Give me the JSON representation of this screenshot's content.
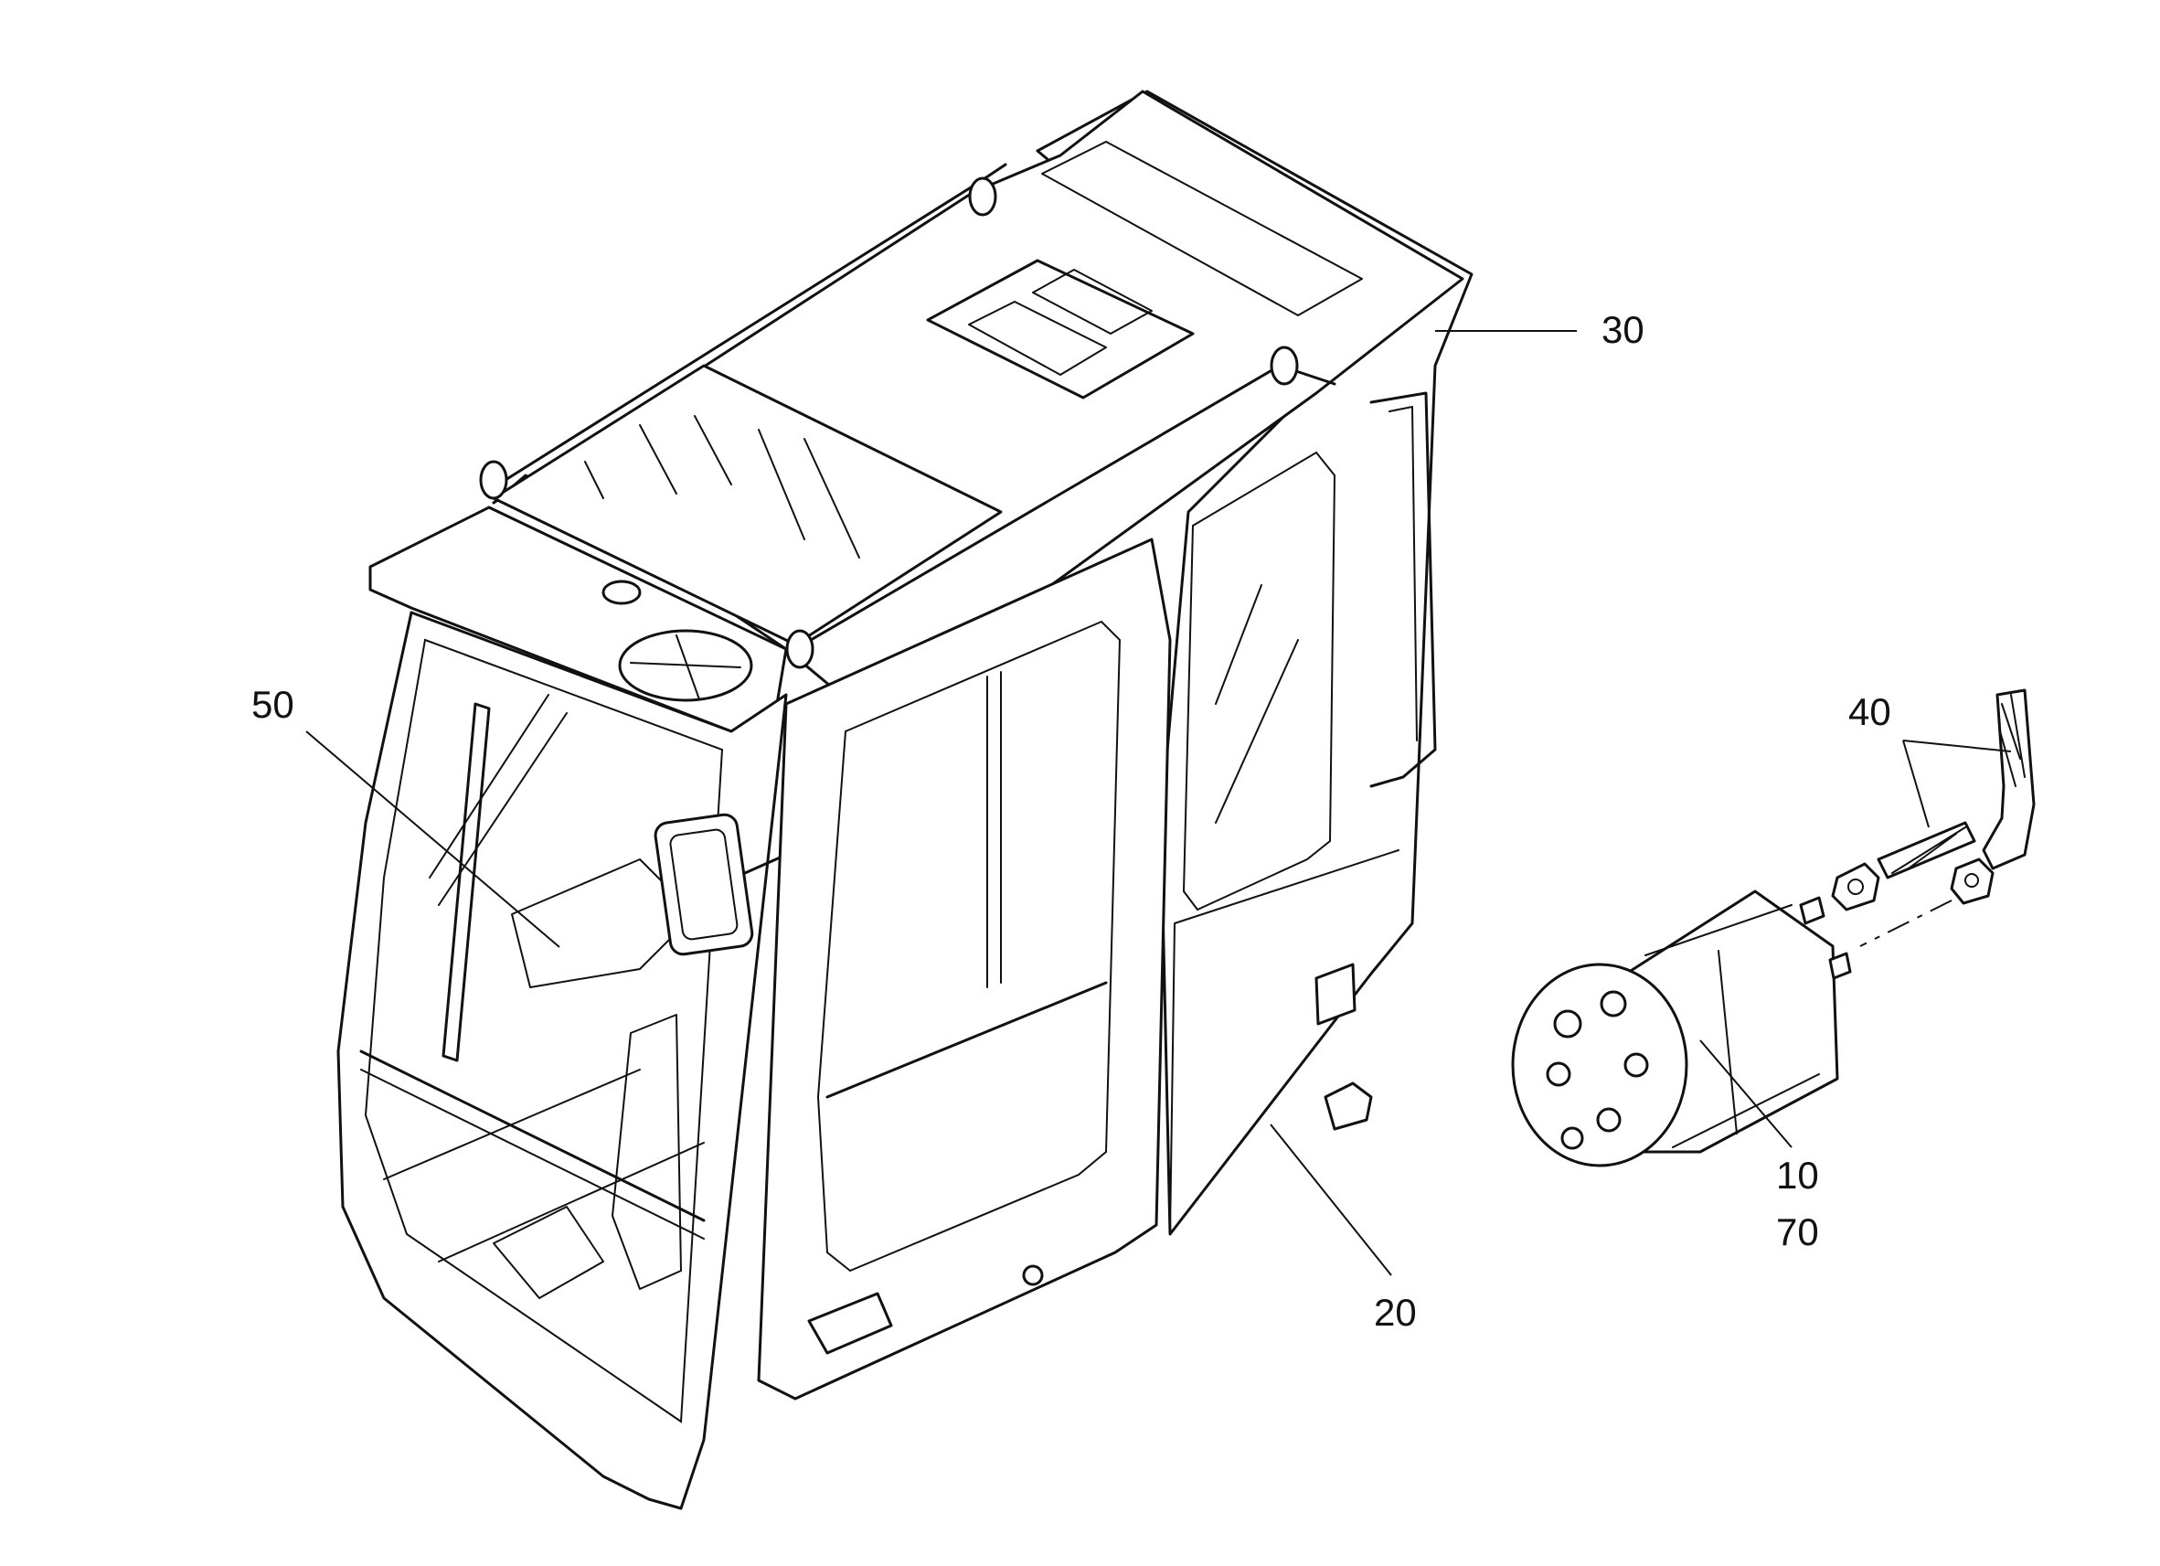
{
  "callouts": [
    {
      "id": "10",
      "text": "10"
    },
    {
      "id": "20",
      "text": "20"
    },
    {
      "id": "30",
      "text": "30"
    },
    {
      "id": "40",
      "text": "40"
    },
    {
      "id": "50",
      "text": "50"
    },
    {
      "id": "70",
      "text": "70"
    }
  ]
}
